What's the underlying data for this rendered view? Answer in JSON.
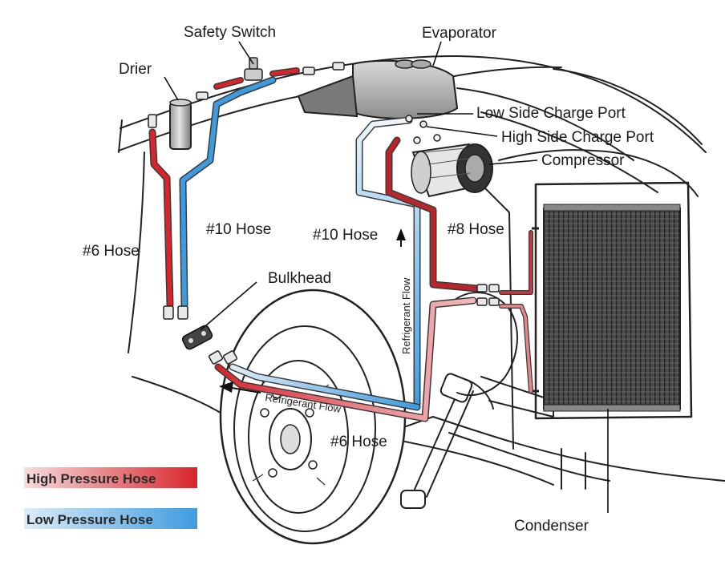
{
  "labels": {
    "safety_switch": "Safety Switch",
    "evaporator": "Evaporator",
    "drier": "Drier",
    "low_side_port": "Low Side Charge Port",
    "high_side_port": "High Side Charge Port",
    "compressor": "Compressor",
    "hose_10_left": "#10 Hose",
    "hose_10_mid": "#10 Hose",
    "hose_8": "#8 Hose",
    "hose_6_left": "#6 Hose",
    "hose_6_bottom": "#6 Hose",
    "bulkhead": "Bulkhead",
    "condenser": "Condenser",
    "flow_vertical": "Refrigerant Flow",
    "flow_horizontal": "Refrigerant Flow"
  },
  "legend": {
    "high": "High Pressure Hose",
    "low": "Low Pressure Hose"
  },
  "colors": {
    "high_pressure": "#d8252c",
    "low_pressure": "#3f9be0",
    "outline": "#222222"
  }
}
